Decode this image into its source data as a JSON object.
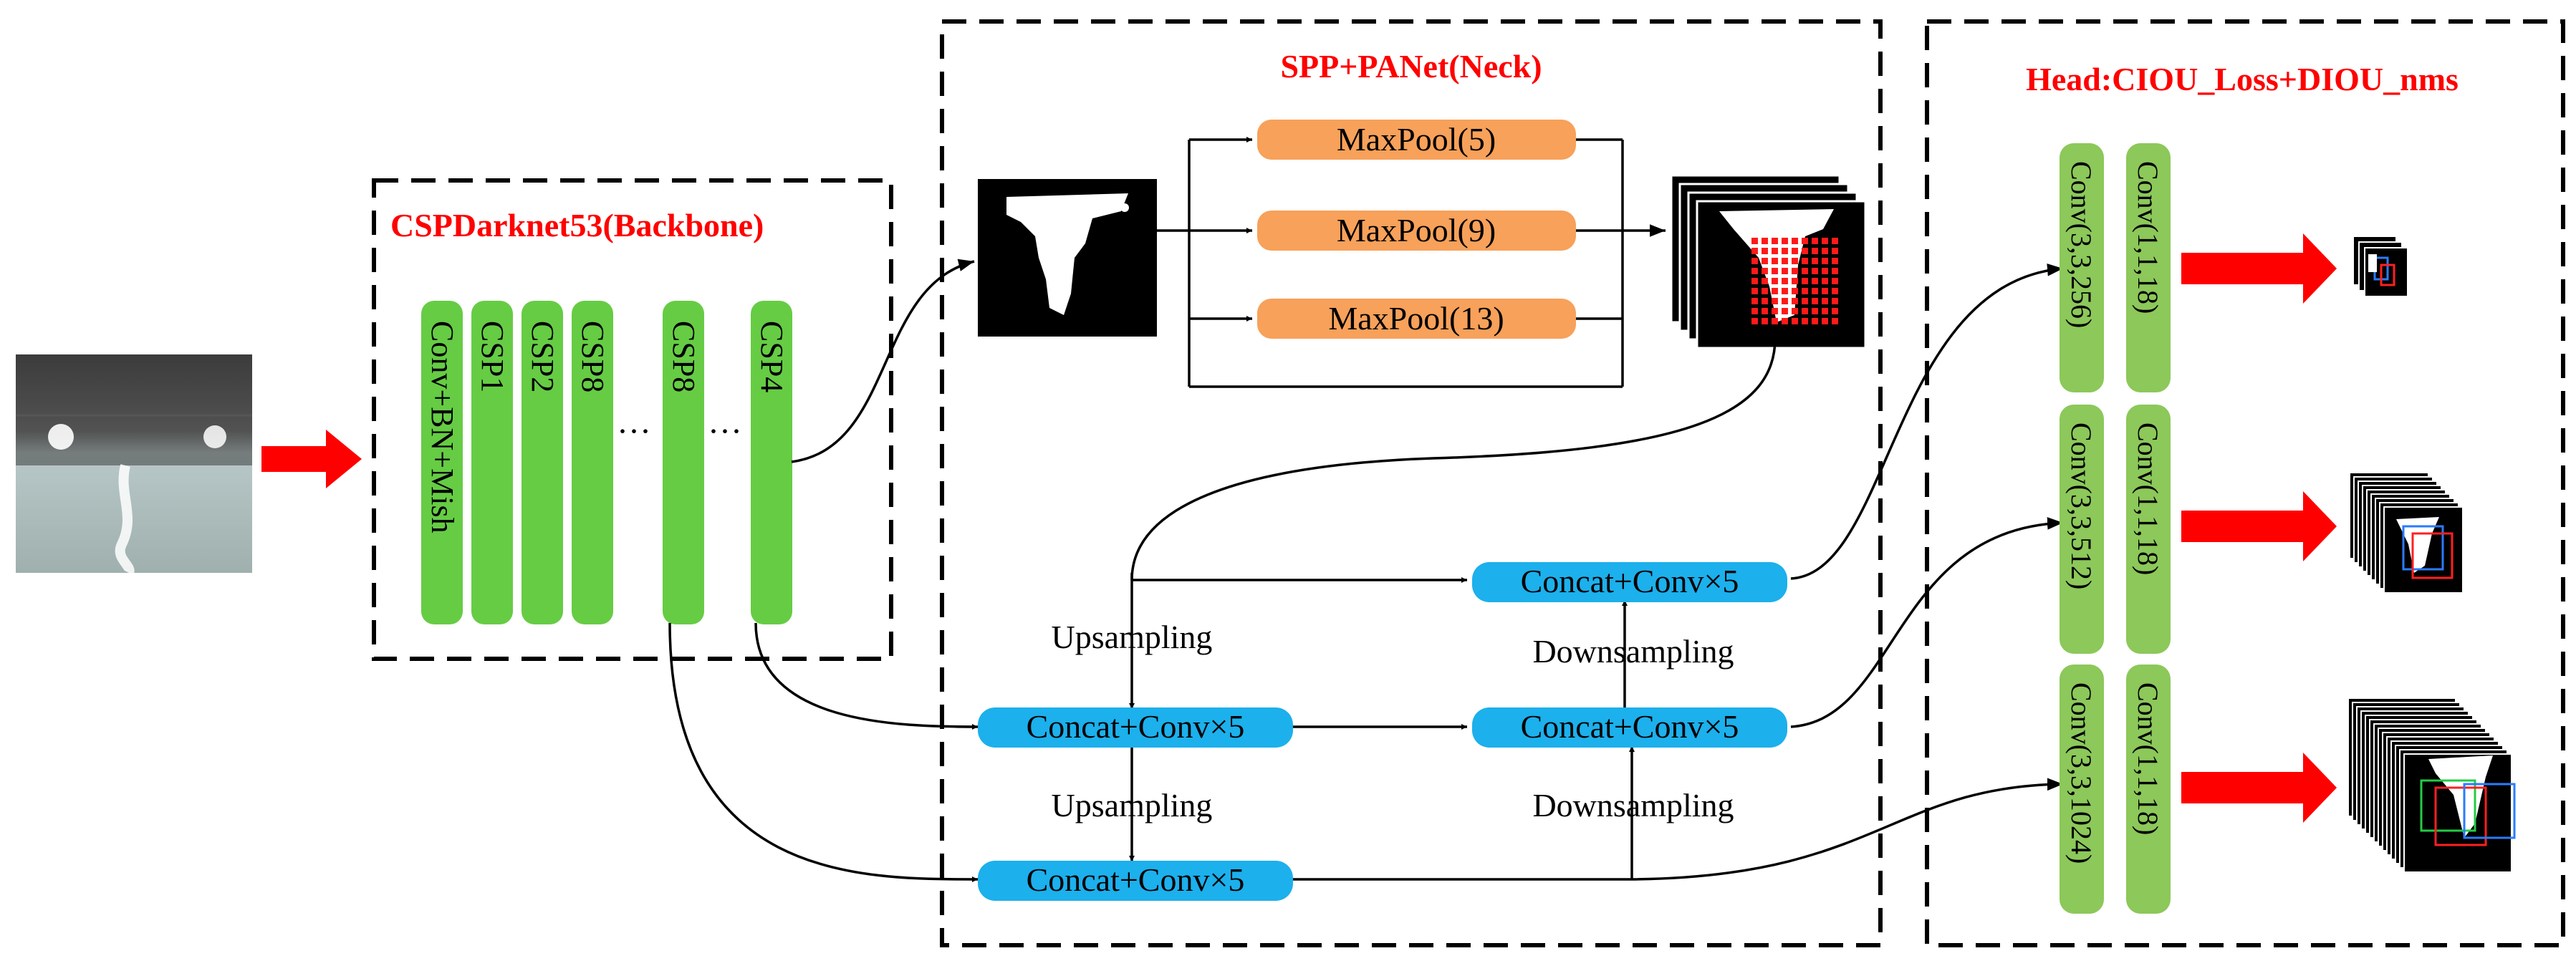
{
  "sections": {
    "backbone": {
      "title": "CSPDarknet53(Backbone)"
    },
    "neck": {
      "title": "SPP+PANet(Neck)"
    },
    "head": {
      "title": "Head:CIOU_Loss+DIOU_nms"
    }
  },
  "backbone_blocks": [
    "Conv+BN+Mish",
    "CSP1",
    "CSP2",
    "CSP8",
    "CSP8",
    "CSP4"
  ],
  "ellipsis": "···",
  "maxpool": [
    "MaxPool(5)",
    "MaxPool(9)",
    "MaxPool(13)"
  ],
  "concat": "Concat+Conv×5",
  "labels": {
    "upsampling": "Upsampling",
    "downsampling": "Downsampling"
  },
  "head_blocks": {
    "conv3": [
      "Conv(3,3,256)",
      "Conv(3,3,512)",
      "Conv(3,3,1024)"
    ],
    "conv1": [
      "Conv(1,1,18)",
      "Conv(1,1,18)",
      "Conv(1,1,18)"
    ]
  },
  "colors": {
    "title_red": "#ff0000",
    "backbone_green": "#66cc44",
    "head_green": "#8cc85a",
    "maxpool_orange": "#f7a15a",
    "concat_blue": "#1cb0ec",
    "arrow_red": "#ff0000"
  }
}
